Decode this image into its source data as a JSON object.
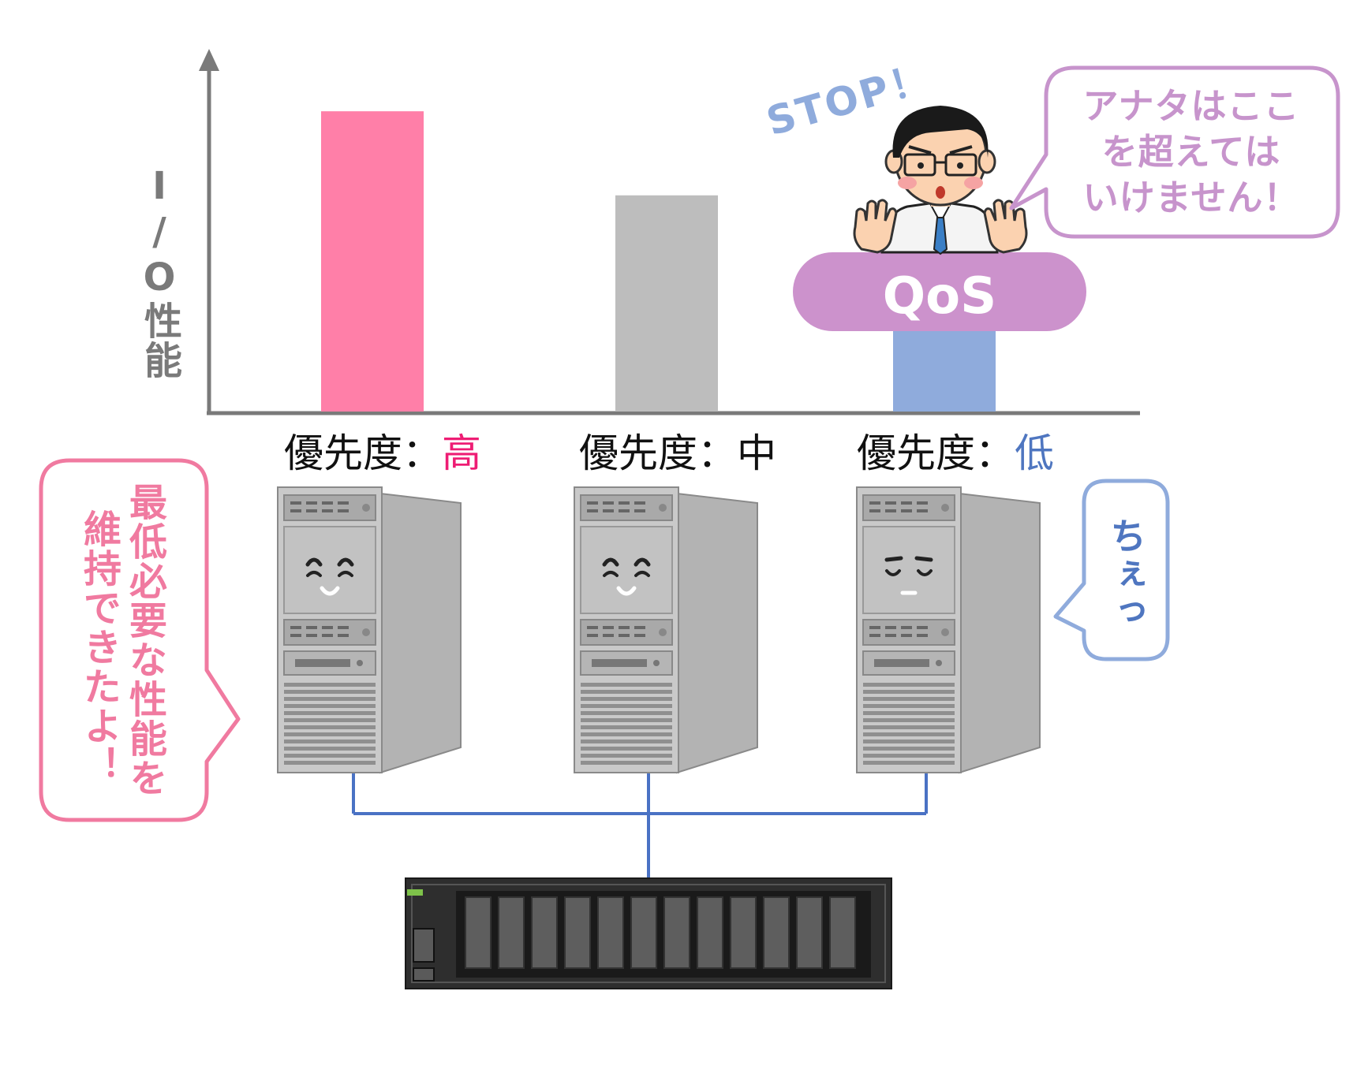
{
  "chart": {
    "ylabel": "I/O性能",
    "colors": {
      "high": "#ff7fa8",
      "mid": "#bdbdbd",
      "low": "#8fabdc",
      "axis": "#7a7a7a"
    }
  },
  "chart_data": {
    "type": "bar",
    "categories": [
      "優先度：高",
      "優先度：中",
      "優先度：低"
    ],
    "values": [
      100,
      72,
      28
    ],
    "ylabel": "I/O性能",
    "ylim": [
      0,
      115
    ],
    "qos_limit": 28
  },
  "labels": {
    "priority_prefix": "優先度：",
    "high": "高",
    "mid": "中",
    "low": "低",
    "high_color": "#ee1d74",
    "low_color": "#4f76c0"
  },
  "qos": {
    "label": "QoS",
    "stop": "STOP！",
    "speech": [
      "アナタはここ",
      "を超えては",
      "いけません！"
    ],
    "pill_color": "#cc92cc",
    "speech_color": "#c794cc"
  },
  "left_bubble": {
    "lines": [
      "最低必要な性能を",
      "維持できたよ！"
    ],
    "color": "#f07aa0"
  },
  "right_bubble": {
    "text": "ちぇっ",
    "color": "#8fabdc",
    "text_color": "#4f76c0"
  },
  "icons": [
    "server-tower-high",
    "server-tower-mid",
    "server-tower-low",
    "storage-array",
    "qos-guard-person"
  ]
}
